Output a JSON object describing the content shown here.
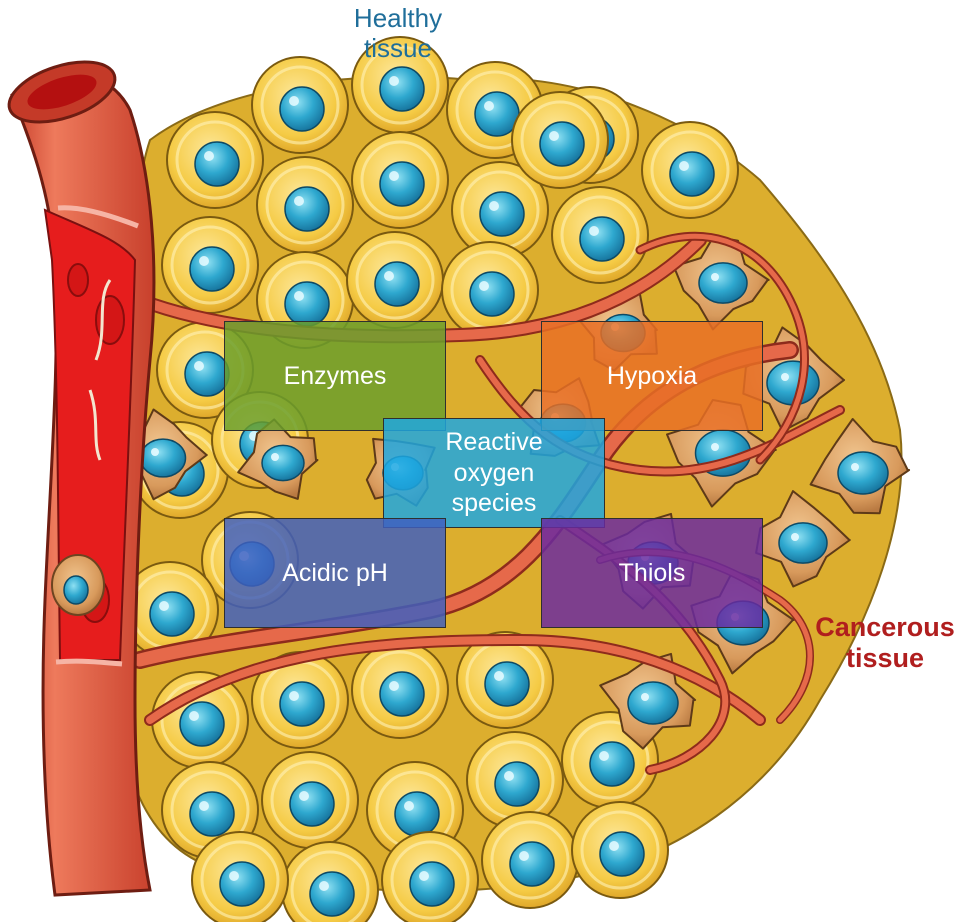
{
  "labels": {
    "healthy": [
      "Healthy",
      "tissue"
    ],
    "cancerous": [
      "Cancerous",
      "tissue"
    ]
  },
  "stimuli": {
    "enzymes": {
      "lines": [
        "Enzymes"
      ]
    },
    "hypoxia": {
      "lines": [
        "Hypoxia"
      ]
    },
    "ros": {
      "lines": [
        "Reactive",
        "oxygen",
        "species"
      ]
    },
    "acidic": {
      "lines": [
        "Acidic pH"
      ]
    },
    "thiols": {
      "lines": [
        "Thiols"
      ]
    }
  },
  "colors": {
    "healthy_label": "#1f6e9a",
    "cancer_label": "#b01e1e",
    "enzymes": "#6a9f2c",
    "hypoxia": "#e86f25",
    "ros": "#1ea7e1",
    "acidic": "#3f5fbf",
    "thiols": "#6a2aa0",
    "tissue_matrix": "#e0b532",
    "healthy_cell": "#f6cf4a",
    "cancer_cell": "#d79a5e",
    "nucleus": "#2aa4cc",
    "vessel": "#d9543c",
    "vessel_lumen": "#e61d1d"
  },
  "icons": [
    "blood-vessel",
    "healthy-cell",
    "cancer-cell",
    "nucleus",
    "capillary"
  ]
}
